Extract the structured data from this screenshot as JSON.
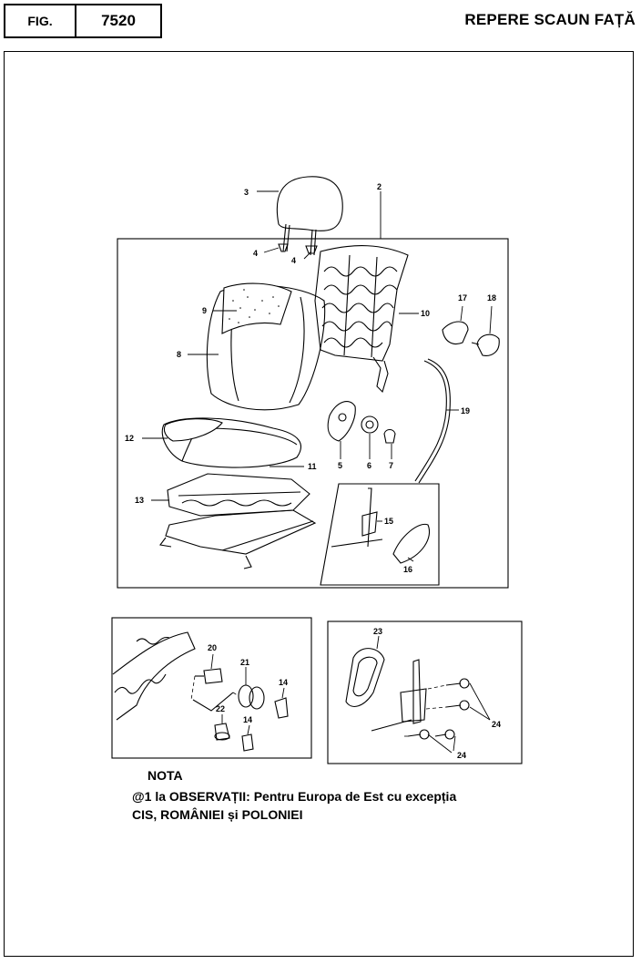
{
  "header": {
    "fig_label": "FIG.",
    "fig_number": "7520",
    "title": "REPERE SCAUN FAȚĂ"
  },
  "callouts": {
    "c2": "2",
    "c3": "3",
    "c4a": "4",
    "c4b": "4",
    "c5": "5",
    "c6": "6",
    "c7": "7",
    "c8": "8",
    "c9": "9",
    "c10": "10",
    "c11": "11",
    "c12": "12",
    "c13": "13",
    "c14a": "14",
    "c14b": "14",
    "c15": "15",
    "c16": "16",
    "c17": "17",
    "c18": "18",
    "c19": "19",
    "c20": "20",
    "c21": "21",
    "c22": "22",
    "c23": "23",
    "c24a": "24",
    "c24b": "24"
  },
  "note": {
    "title": "NOTA",
    "line1": "@1 la OBSERVAȚII: Pentru Europa de Est cu excepția",
    "line2": "CIS, ROMÂNIEI și POLONIEI"
  }
}
